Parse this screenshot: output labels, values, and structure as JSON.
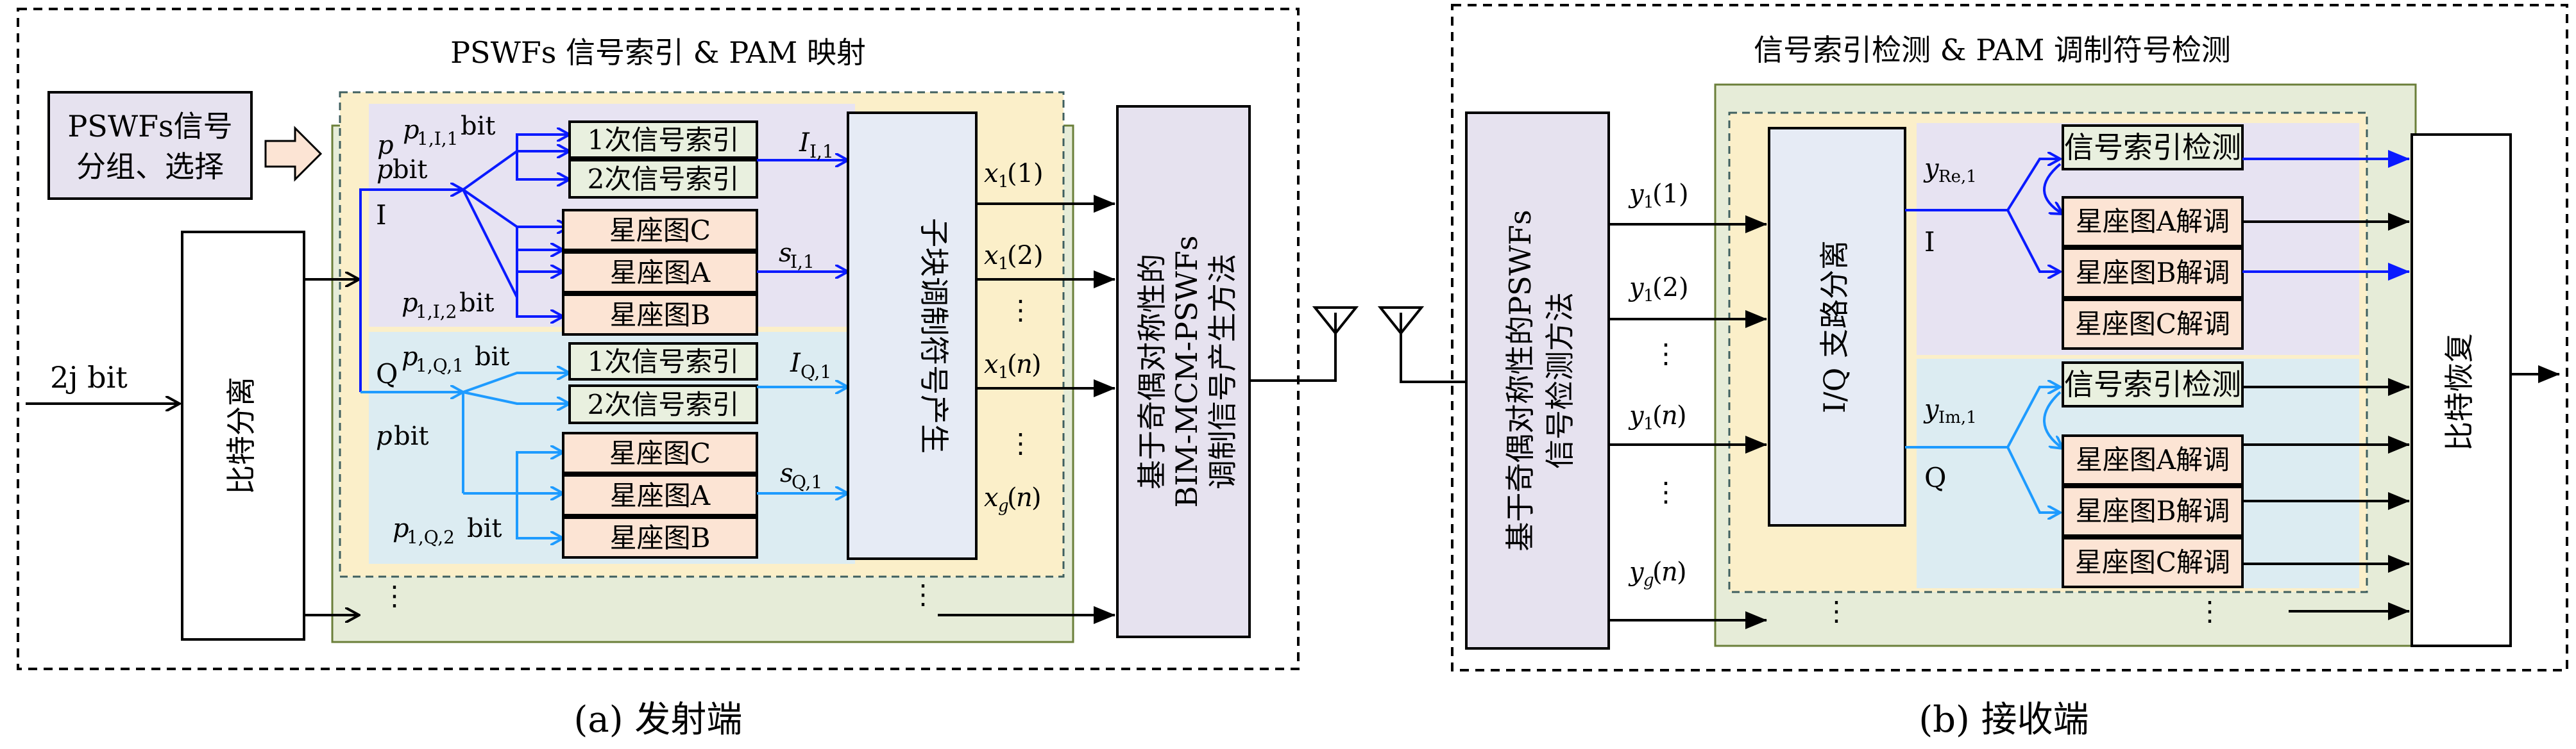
{
  "transmitter": {
    "title": "PSWFs 信号索引 & PAM 映射",
    "caption": "(a) 发射端",
    "group_box": "PSWFs信号\n分组、选择",
    "input_label": "2j bit",
    "split_box": "比特分离",
    "i_branch": {
      "bits_p": "p bit",
      "branch": "I",
      "p1": "p",
      "p1_sub": "1,I,1",
      "p2": "p",
      "p2_sub": "1,I,2",
      "idx1": "1次信号索引",
      "idx2": "2次信号索引",
      "I_label": "I",
      "I_sub": "I,1",
      "s_label": "s",
      "s_sub": "I,1",
      "c1": "星座图C",
      "c2": "星座图A",
      "c3": "星座图B"
    },
    "q_branch": {
      "bits_p": "p bit",
      "branch": "Q",
      "p1": "p",
      "p1_sub": "1,Q,1",
      "p2": "p",
      "p2_sub": "1,Q,2",
      "idx1": "1次信号索引",
      "idx2": "2次信号索引",
      "I_label": "I",
      "I_sub": "Q,1",
      "s_label": "s",
      "s_sub": "Q,1",
      "c1": "星座图C",
      "c2": "星座图A",
      "c3": "星座图B"
    },
    "bit_suffix": "bit",
    "symbol_box": "子块调制符号产生",
    "outputs": [
      "x1(1)",
      "x1(2)",
      "⋮",
      "x1(n)",
      "⋮",
      "xg(n)"
    ],
    "generator_box": [
      "基于奇偶对称性的",
      "BIM-MCM-PSWFs",
      "调制信号产生方法"
    ],
    "dots": "⋮"
  },
  "receiver": {
    "title": "信号索引检测 & PAM 调制符号检测",
    "caption": "(b) 接收端",
    "detect_box": [
      "基于奇偶对称性的PSWFs",
      "信号检测方法"
    ],
    "inputs": [
      "y1(1)",
      "y1(2)",
      "⋮",
      "y1(n)",
      "⋮",
      "yg(n)"
    ],
    "iq_box": "I/Q 支路分离",
    "i_branch": {
      "y_label": "y",
      "y_sub": "Re,1",
      "branch": "I",
      "idx": "信号索引检测",
      "d1": "星座图A解调",
      "d2": "星座图B解调",
      "d3": "星座图C解调"
    },
    "q_branch": {
      "y_label": "y",
      "y_sub": "Im,1",
      "branch": "Q",
      "idx": "信号索引检测",
      "d1": "星座图A解调",
      "d2": "星座图B解调",
      "d3": "星座图C解调"
    },
    "recover_box": "比特恢复",
    "dots": "⋮"
  },
  "colors": {
    "outer_green": "#e6ecd8",
    "cream": "#fbefc9",
    "lavender": "#e7e3f2",
    "aqua": "#dcecf2",
    "box_green": "#e9f0df",
    "box_peach": "#fce4d4",
    "box_blueish": "#e6ebf5",
    "box_lilac": "#e6e2ef",
    "blue": "#0a1aff",
    "cyan": "#1e9bff"
  },
  "icons": [
    "antenna-icon",
    "arrow-right-icon"
  ]
}
